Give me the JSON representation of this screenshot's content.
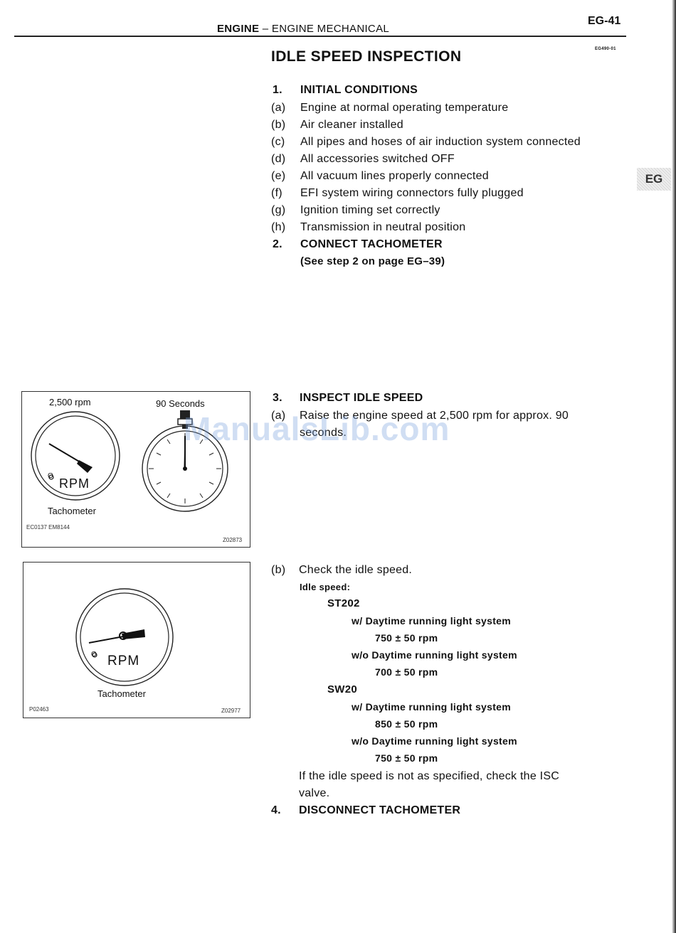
{
  "header": {
    "section_bold": "ENGINE",
    "section_rest": " – ENGINE MECHANICAL",
    "page_number": "EG-41",
    "doc_code": "EG490-01"
  },
  "side_tab": {
    "label": "EG"
  },
  "title": "IDLE SPEED INSPECTION",
  "step1": {
    "number": "1.",
    "heading": "INITIAL CONDITIONS",
    "items": [
      {
        "letter": "(a)",
        "text": "Engine at normal operating temperature"
      },
      {
        "letter": "(b)",
        "text": "Air cleaner installed"
      },
      {
        "letter": "(c)",
        "text": "All pipes and hoses of air induction system connected"
      },
      {
        "letter": "(d)",
        "text": "All accessories switched OFF"
      },
      {
        "letter": "(e)",
        "text": "All vacuum lines properly connected"
      },
      {
        "letter": "(f)",
        "text": "EFI system wiring connectors fully plugged"
      },
      {
        "letter": "(g)",
        "text": "Ignition timing set correctly"
      },
      {
        "letter": "(h)",
        "text": "Transmission in neutral position"
      }
    ]
  },
  "step2": {
    "number": "2.",
    "heading": "CONNECT TACHOMETER",
    "note": "(See step 2 on page EG–39)"
  },
  "figure1": {
    "tach_rpm_label": "2,500 rpm",
    "timer_label": "90 Seconds",
    "dial_text": "RPM",
    "dial_zero": "O",
    "caption": "Tachometer",
    "code_left": "EC0137 EM8144",
    "code_right": "Z02873"
  },
  "step3": {
    "number": "3.",
    "heading": "INSPECT IDLE SPEED",
    "a_letter": "(a)",
    "a_line1": "Raise the engine speed at 2,500 rpm for approx. 90",
    "a_line2": "seconds."
  },
  "watermark": "ManualsLib.com",
  "figure2": {
    "dial_text": "RPM",
    "dial_zero": "O",
    "caption": "Tachometer",
    "code_left": "P02463",
    "code_right": "Z02977"
  },
  "step3b": {
    "letter": "(b)",
    "text": "Check the idle speed.",
    "idle_label": "Idle speed:",
    "models": [
      {
        "name": "ST202",
        "with_label": "w/ Daytime running light system",
        "with_value": "750 ± 50 rpm",
        "without_label": "w/o Daytime running light system",
        "without_value": "700 ± 50 rpm"
      },
      {
        "name": "SW20",
        "with_label": "w/ Daytime running light system",
        "with_value": "850 ± 50 rpm",
        "without_label": "w/o Daytime running light system",
        "without_value": "750 ± 50 rpm"
      }
    ],
    "note_line1": "If the idle speed is not as specified, check the ISC",
    "note_line2": "valve."
  },
  "step4": {
    "number": "4.",
    "heading": "DISCONNECT TACHOMETER"
  }
}
